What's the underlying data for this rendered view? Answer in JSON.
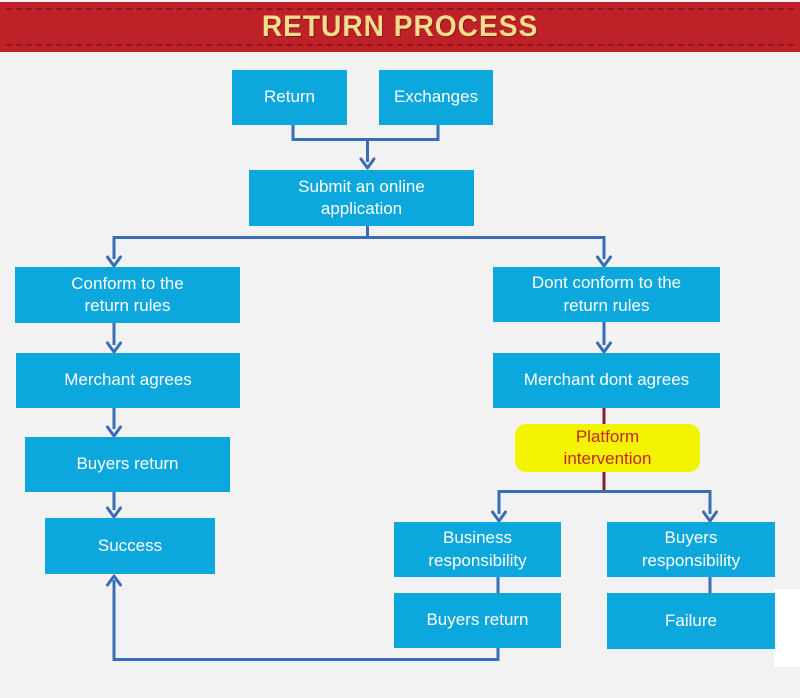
{
  "banner": {
    "title": "RETURN PROCESS"
  },
  "colors": {
    "canvas_bg": "#F2F2F3",
    "banner_bg": "#BE2127",
    "banner_stitch": "#8E161B",
    "banner_text": "#F3DC8D",
    "node_fill": "#0CA7DC",
    "node_text": "#FFFFFF",
    "connector_blue": "#3A6DB3",
    "connector_maroon": "#82202E",
    "highlight_bg": "#F4F400",
    "highlight_text": "#C1272D"
  },
  "nodes": {
    "return": "Return",
    "exchanges": "Exchanges",
    "submit": "Submit an online application",
    "conform": "Conform to the return rules",
    "dont_conform": "Dont conform to the return rules",
    "merchant_agrees": "Merchant agrees",
    "merchant_dont_agrees": "Merchant dont agrees",
    "buyers_return_left": "Buyers return",
    "platform_intervention": "Platform intervention",
    "success": "Success",
    "business_responsibility": "Business responsibility",
    "buyers_responsibility": "Buyers responsibility",
    "buyers_return_right": "Buyers return",
    "failure": "Failure"
  }
}
